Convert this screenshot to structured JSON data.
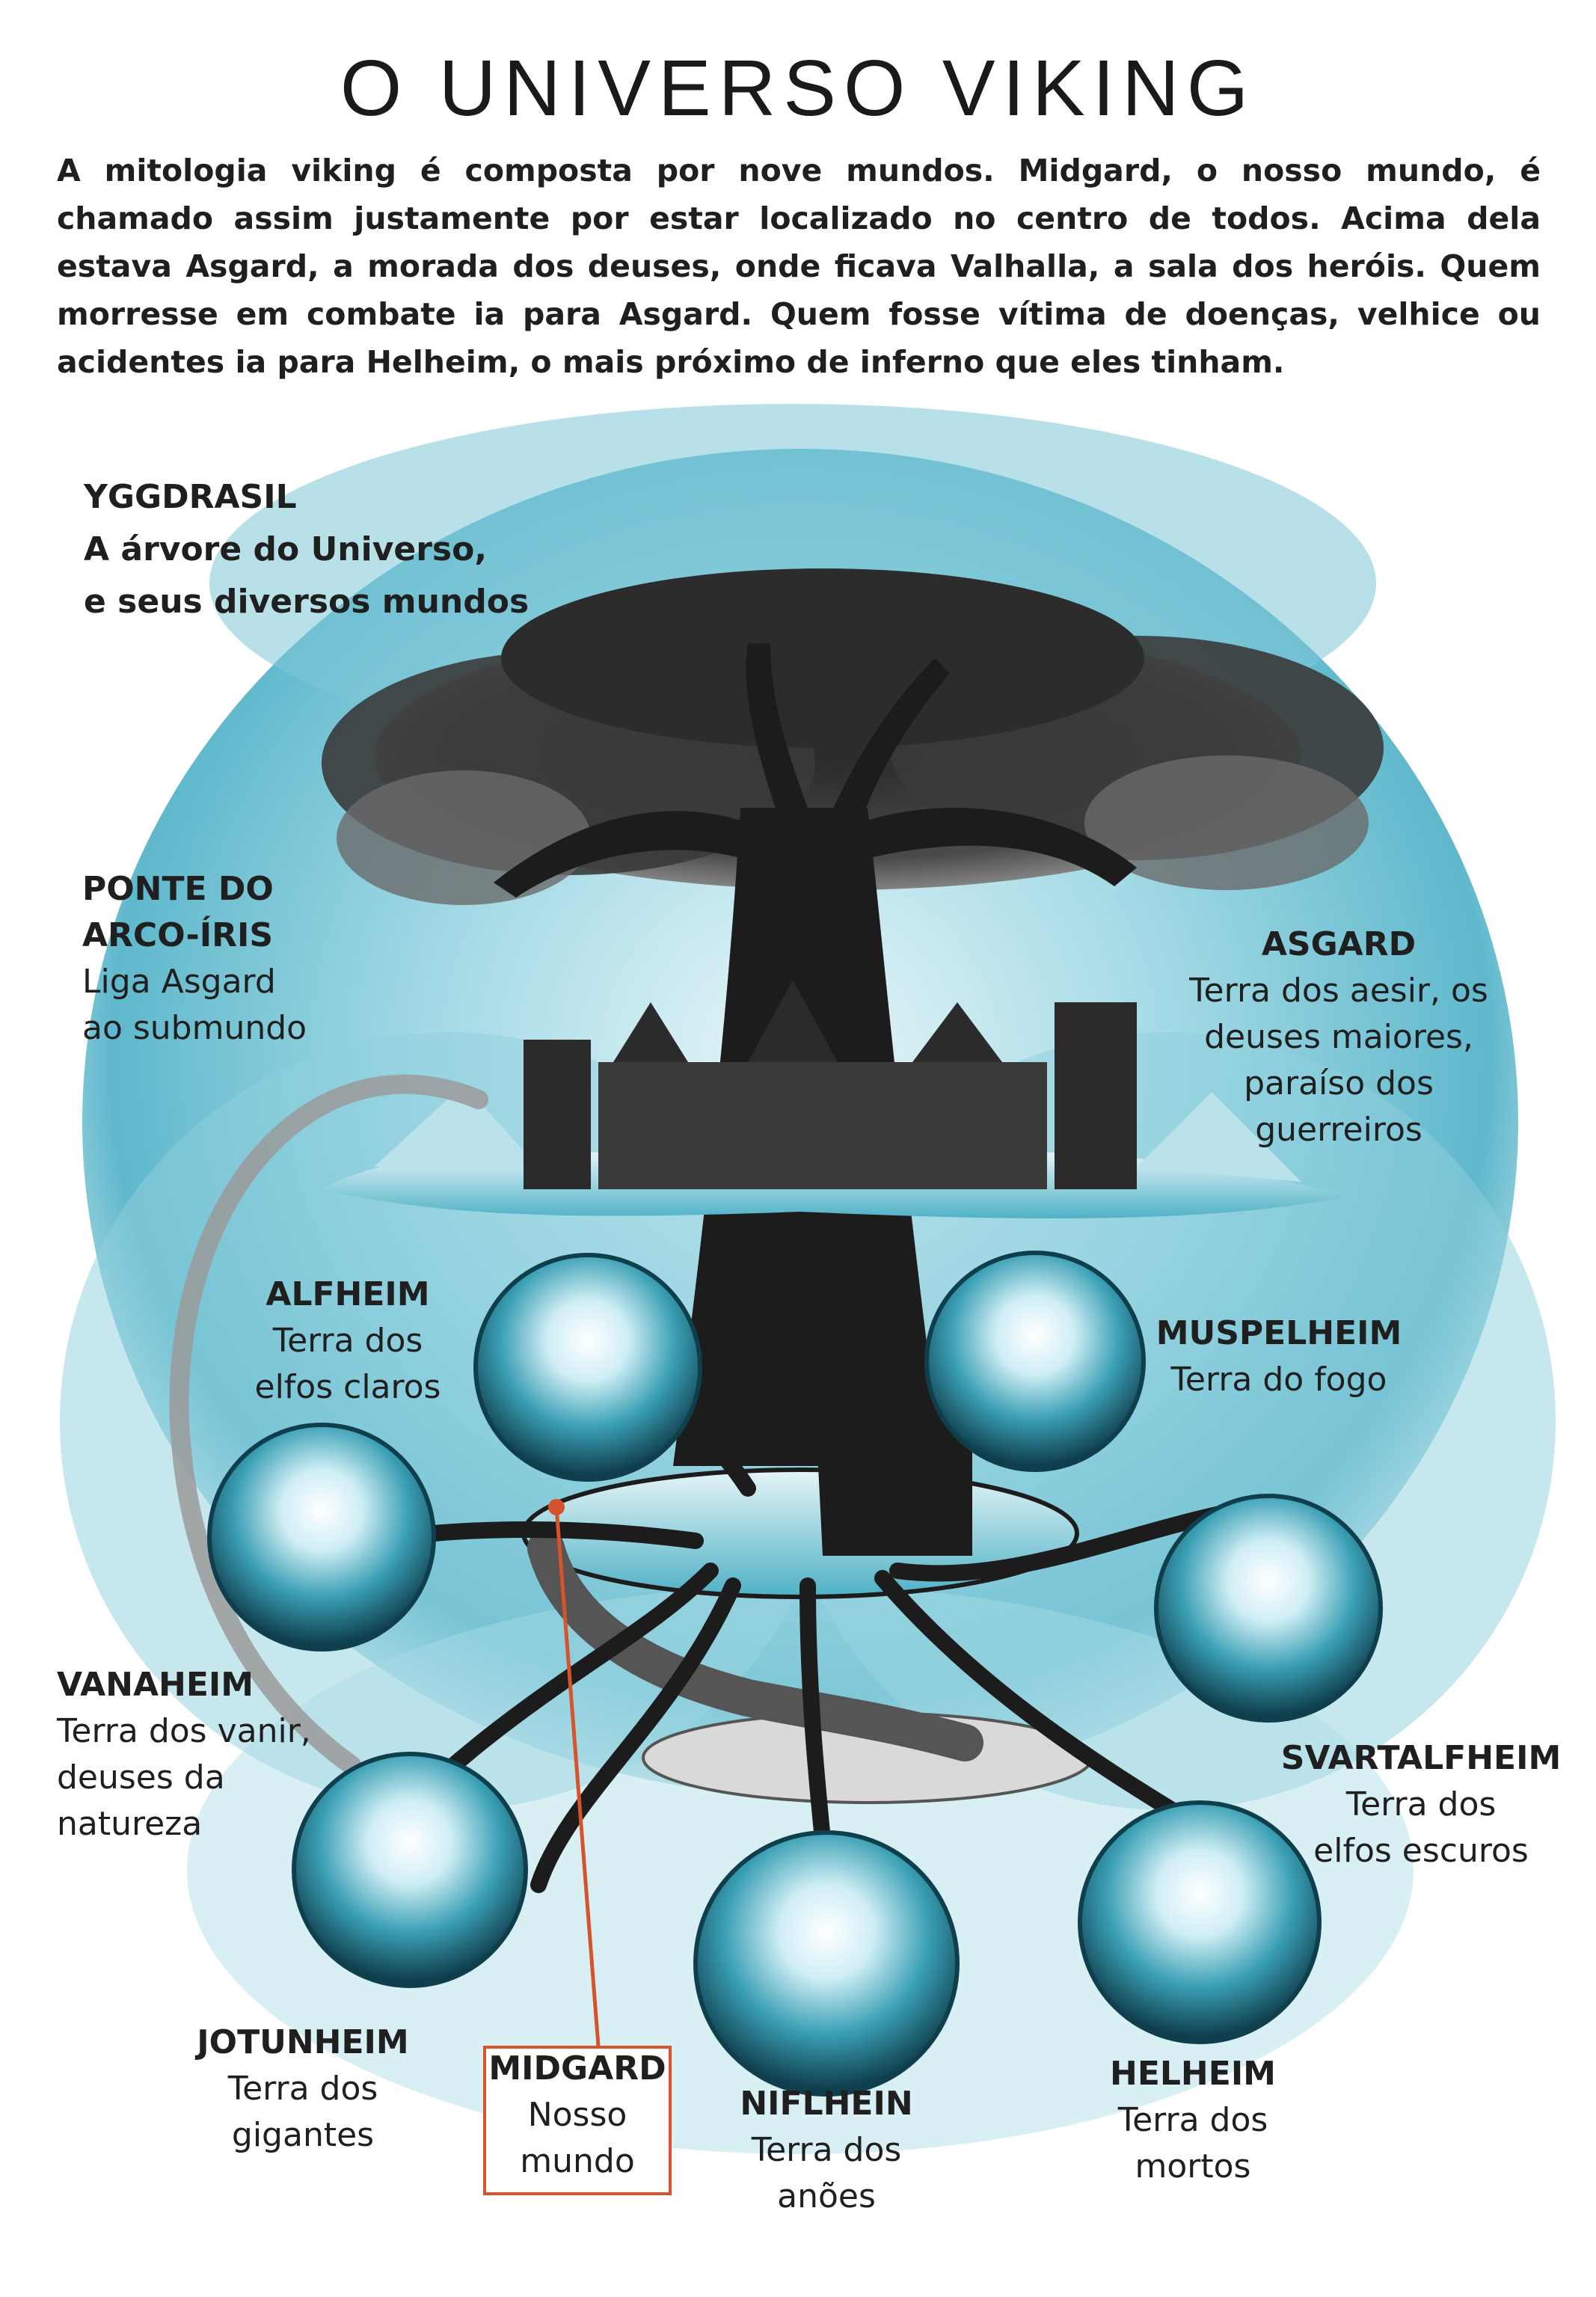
{
  "title": "O UNIVERSO VIKING",
  "intro": "A mitologia viking é composta por nove mundos. Midgard, o nosso mundo, é chamado assim justamente por estar localizado no centro de todos. Acima dela estava Asgard, a morada dos deuses, onde ficava Valhalla, a sala dos heróis. Quem morresse em combate ia para Asgard. Quem fosse vítima de doenças, velhice ou acidentes ia para Helheim, o mais próximo de inferno que eles tinham.",
  "colors": {
    "sky": "#6fc3d6",
    "sky_light": "#bfe6ee",
    "tree": "#1c1c1c",
    "sphere": "#1d6f82",
    "highlight": "#d6532c"
  },
  "labels": {
    "yggdrasil": {
      "lines": [
        "YGGDRASIL",
        "A árvore do Universo,",
        "e seus diversos mundos"
      ]
    },
    "ponte": {
      "name_lines": [
        "PONTE DO",
        "ARCO-ÍRIS"
      ],
      "desc_lines": [
        "Liga Asgard",
        "ao submundo"
      ]
    },
    "asgard": {
      "name": "ASGARD",
      "desc_lines": [
        "Terra dos aesir, os",
        "deuses maiores,",
        "paraíso dos guerreiros"
      ]
    },
    "alfheim": {
      "name": "ALFHEIM",
      "desc_lines": [
        "Terra dos",
        "elfos claros"
      ]
    },
    "muspelheim": {
      "name": "MUSPELHEIM",
      "desc_lines": [
        "Terra do fogo"
      ]
    },
    "vanaheim": {
      "name": "VANAHEIM",
      "desc_lines": [
        "Terra dos vanir,",
        "deuses da",
        "natureza"
      ]
    },
    "svartalfheim": {
      "name": "SVARTALFHEIM",
      "desc_lines": [
        "Terra dos",
        "elfos escuros"
      ]
    },
    "jotunheim": {
      "name": "JOTUNHEIM",
      "desc_lines": [
        "Terra dos",
        "gigantes"
      ]
    },
    "midgard": {
      "name": "MIDGARD",
      "desc_lines": [
        "Nosso",
        "mundo"
      ]
    },
    "niflhein": {
      "name": "NIFLHEIN",
      "desc_lines": [
        "Terra dos",
        "anões"
      ]
    },
    "helheim": {
      "name": "HELHEIM",
      "desc_lines": [
        "Terra dos",
        "mortos"
      ]
    }
  }
}
